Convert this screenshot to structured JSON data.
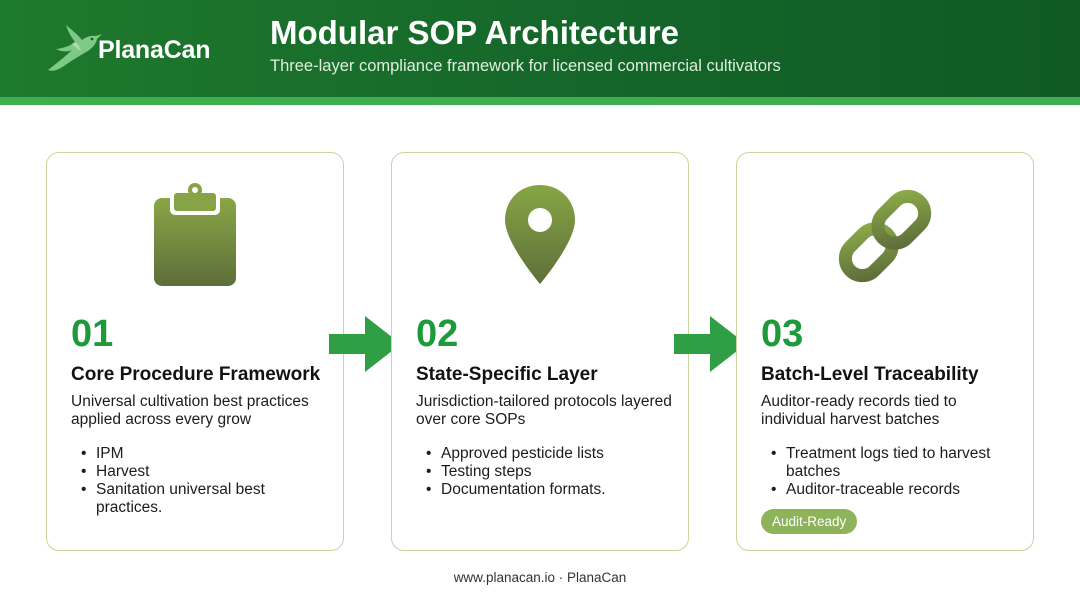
{
  "header": {
    "logo_text": "PlanaCan",
    "logo_icon": "hummingbird-icon",
    "title": "Modular SOP Architecture",
    "subtitle": "Three-layer compliance framework for licensed commercial cultivators"
  },
  "colors": {
    "header_green": "#15662a",
    "stripe_green": "#3fae4f",
    "accent_green": "#1f9a3a",
    "icon_olive": "#7a9a3e",
    "card_border": "#c9d6a0",
    "badge_bg": "#8fb35a"
  },
  "cards": [
    {
      "icon": "clipboard-icon",
      "number": "01",
      "title": "Core Procedure Framework",
      "description": "Universal cultivation best practices applied across every grow",
      "bullets": [
        "IPM",
        "Harvest",
        "Sanitation universal best practices."
      ]
    },
    {
      "icon": "location-pin-icon",
      "number": "02",
      "title": "State-Specific Layer",
      "description": "Jurisdiction-tailored protocols layered over core SOPs",
      "bullets": [
        "Approved pesticide lists",
        "Testing steps",
        "Documentation formats."
      ]
    },
    {
      "icon": "chain-link-icon",
      "number": "03",
      "title": "Batch-Level Traceability",
      "description": "Auditor-ready records tied to individual harvest batches",
      "bullets": [
        "Treatment logs tied to harvest batches",
        "Auditor-traceable records"
      ],
      "badge": "Audit-Ready"
    }
  ],
  "connectors": [
    "arrow-right-icon",
    "arrow-right-icon"
  ],
  "footer": {
    "text": "www.planacan.io · PlanaCan"
  }
}
